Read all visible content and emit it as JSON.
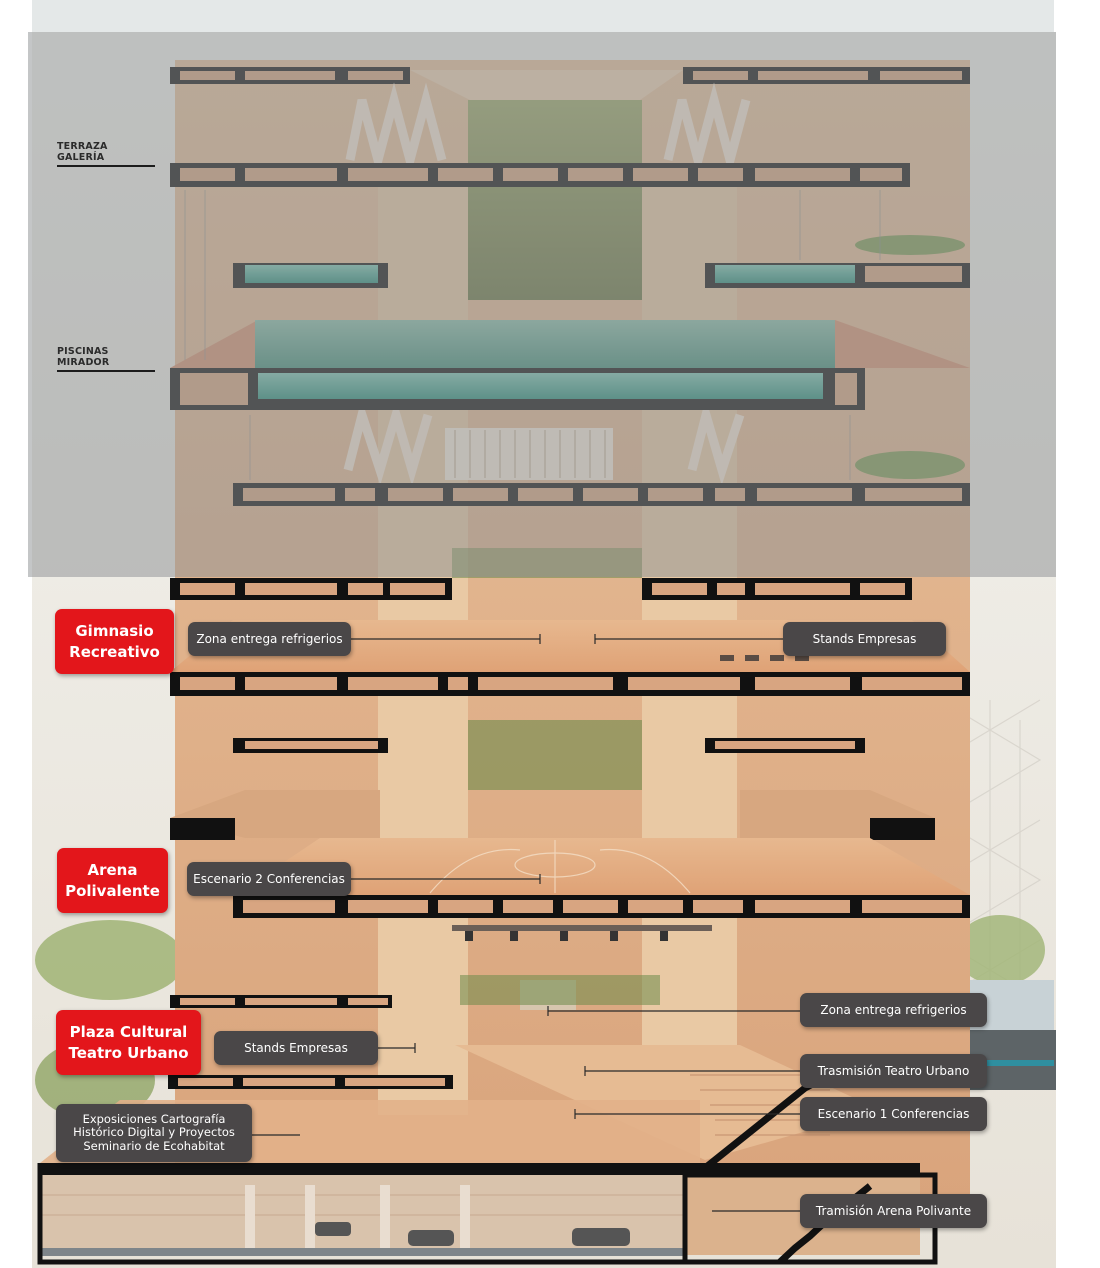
{
  "side_labels": [
    {
      "id": "terraza",
      "lines": [
        "TERRAZA",
        "GALERÍA"
      ]
    },
    {
      "id": "piscinas",
      "lines": [
        "PISCINAS",
        "MIRADOR"
      ]
    }
  ],
  "badges": [
    {
      "id": "gimnasio",
      "lines": [
        "Gimnasio",
        "Recreativo"
      ]
    },
    {
      "id": "arena",
      "lines": [
        "Arena",
        "Polivalente"
      ]
    },
    {
      "id": "plaza",
      "lines": [
        "Plaza Cultural",
        "Teatro Urbano"
      ]
    }
  ],
  "callouts": {
    "zona_refrigerios_upper": "Zona entrega refrigerios",
    "stands_empresas_upper": "Stands Empresas",
    "escenario_2": "Escenario 2 Conferencias",
    "zona_refrigerios_lower": "Zona entrega refrigerios",
    "stands_empresas_lower": "Stands Empresas",
    "trasmision_teatro": "Trasmisión Teatro Urbano",
    "escenario_1": "Escenario 1 Conferencias",
    "exposiciones": [
      "Exposiciones  Cartografía",
      "Histórico Digital y Proyectos",
      "Seminario de Ecohabitat"
    ],
    "tramision_arena": "Tramisión Arena Polivante"
  },
  "colors": {
    "badge_red": "#e3161b",
    "callout_gray": "#4a4748",
    "overlay_gray": "#9a9fa0",
    "wood": "#e2b58f",
    "pool_water": "#2f9b86",
    "slab_black": "#111111"
  }
}
